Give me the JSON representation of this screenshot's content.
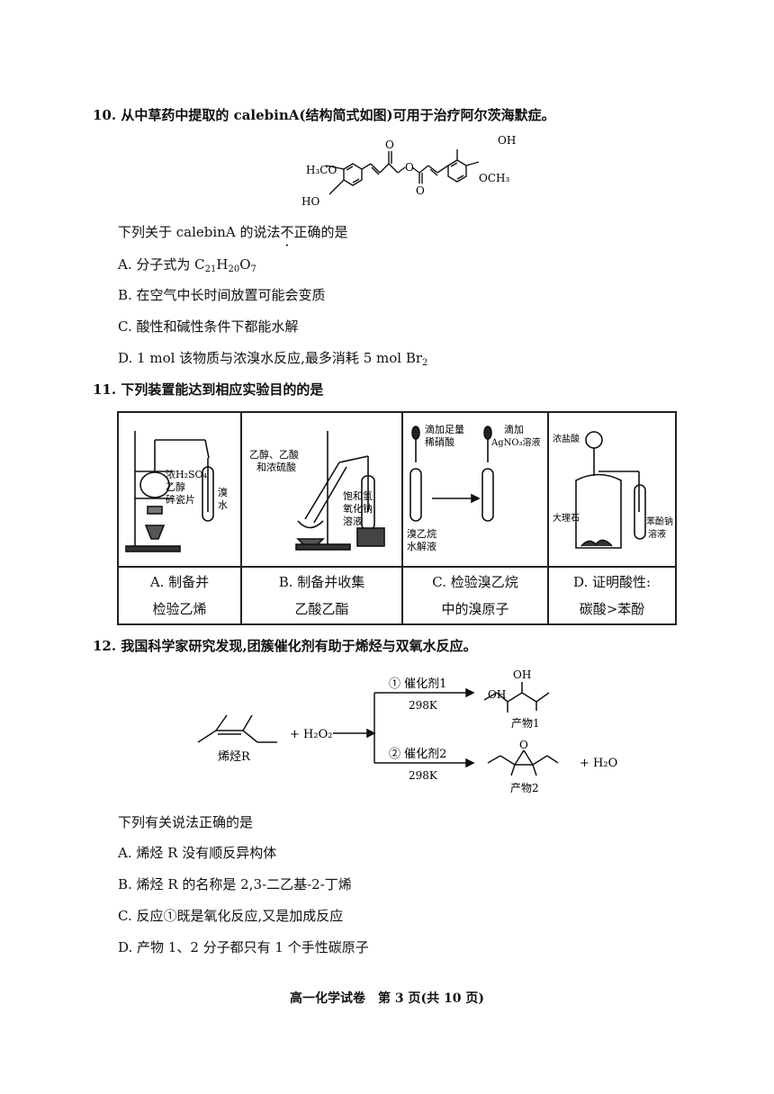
{
  "q10": {
    "number": "10.",
    "stem": "从中草药中提取的 calebinA(结构简式如图)可用于治疗阿尔茨海默症。",
    "structure_labels": {
      "h3co": "H₃CO",
      "ho": "HO",
      "oh": "OH",
      "och3": "OCH₃",
      "o1": "O",
      "o2": "O",
      "o3": "O"
    },
    "ask_prefix": "下列关于 calebinA 的说法",
    "ask_emph": "不",
    "ask_suffix": "正确的是",
    "options": {
      "a_prefix": "A. 分子式为 C",
      "a_s1": "21",
      "a_h": "H",
      "a_s2": "20",
      "a_o": "O",
      "a_s3": "7",
      "b": "B. 在空气中长时间放置可能会变质",
      "c": "C. 酸性和碱性条件下都能水解",
      "d_prefix": "D. 1 mol 该物质与浓溴水反应,最多消耗 5 mol Br",
      "d_sub": "2"
    }
  },
  "q11": {
    "number": "11.",
    "stem": "下列装置能达到相应实验目的的是",
    "labels": {
      "a1": "浓H₂SO₄",
      "a2": "乙醇",
      "a3": "碎瓷片",
      "a4": "溴",
      "a5": "水",
      "b1": "乙醇、乙酸",
      "b2": "和浓硫酸",
      "b3": "饱和氢",
      "b4": "氧化钠",
      "b5": "溶液",
      "c1": "滴加足量",
      "c2": "稀硝酸",
      "c3": "滴加",
      "c4": "AgNO₃溶液",
      "c5": "溴乙烷",
      "c6": "水解液",
      "d1": "浓盐酸",
      "d2": "大理石",
      "d3": "苯酚钠",
      "d4": "溶液"
    },
    "captions": [
      {
        "l1": "A. 制备并",
        "l2": "检验乙烯"
      },
      {
        "l1": "B. 制备并收集",
        "l2": "乙酸乙酯"
      },
      {
        "l1": "C. 检验溴乙烷",
        "l2": "中的溴原子"
      },
      {
        "l1": "D. 证明酸性:",
        "l2": "碳酸>苯酚"
      }
    ]
  },
  "q12": {
    "number": "12.",
    "stem": "我国科学家研究发现,团簇催化剂有助于烯烃与双氧水反应。",
    "scheme": {
      "plus_h2o2": "+ H₂O₂",
      "alkene": "烯烃R",
      "cond1": "① 催化剂1",
      "temp1": "298K",
      "cond2": "② 催化剂2",
      "temp2": "298K",
      "oh_top": "OH",
      "oh_left": "OH",
      "prod1": "产物1",
      "epox_o": "O",
      "prod2": "产物2",
      "plus_h2o": "+ H₂O"
    },
    "ask": "下列有关说法正确的是",
    "options": {
      "a": "A. 烯烃 R 没有顺反异构体",
      "b": "B. 烯烃 R 的名称是 2,3-二乙基-2-丁烯",
      "c": "C. 反应①既是氧化反应,又是加成反应",
      "d": "D. 产物 1、2 分子都只有 1 个手性碳原子"
    }
  },
  "footer": "高一化学试卷　第 3 页(共 10 页)"
}
